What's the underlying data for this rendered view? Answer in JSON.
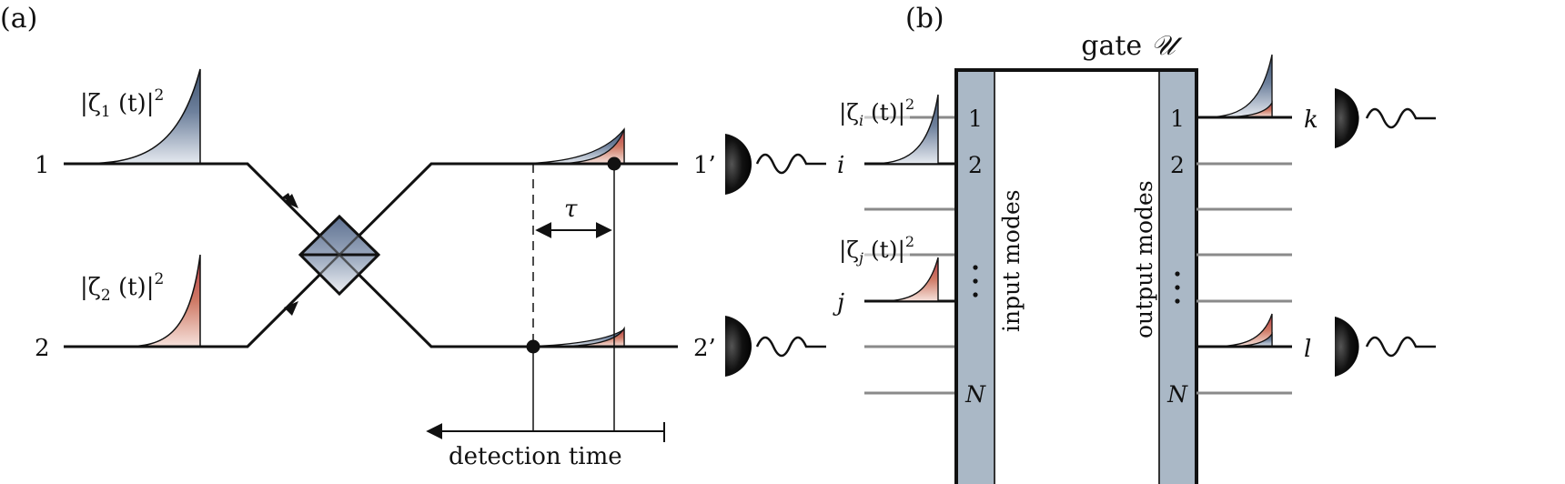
{
  "panel_a": {
    "label": "(a)",
    "input_ports": [
      "1",
      "2"
    ],
    "output_ports": [
      "1’",
      "2’"
    ],
    "pulse_labels": {
      "mode1": {
        "prefix": "|ζ",
        "sub": "1",
        "mid": " (t)|",
        "sup": "2"
      },
      "mode2": {
        "prefix": "|ζ",
        "sub": "2",
        "mid": " (t)|",
        "sup": "2"
      }
    },
    "delay_label": "τ",
    "axis_label": "detection time",
    "components": [
      "beam-splitter",
      "detector-1prime",
      "detector-2prime"
    ]
  },
  "panel_b": {
    "label": "(b)",
    "gate_title_prefix": "gate ",
    "gate_title_symbol": "𝒰",
    "input_column_label": "input modes",
    "output_column_label": "output modes",
    "input_indices": [
      "1",
      "2",
      "⋮",
      "N"
    ],
    "output_indices": [
      "1",
      "2",
      "⋮",
      "N"
    ],
    "input_mode_labels": {
      "i": "i",
      "j": "j"
    },
    "output_mode_labels": {
      "k": "k",
      "l": "l"
    },
    "pulse_labels": {
      "mode_i": {
        "prefix": "|ζ",
        "sub": "i",
        "mid": " (t)|",
        "sup": "2"
      },
      "mode_j": {
        "prefix": "|ζ",
        "sub": "j",
        "mid": " (t)|",
        "sup": "2"
      }
    }
  },
  "colors": {
    "blue_dark": "#4f6380",
    "blue_light": "#e4e8ef",
    "red_dark": "#b5454c",
    "red_light": "#f3dcd6",
    "gate_column": "#aab8c6",
    "grey_line": "#8a8a8a",
    "line": "#111111"
  }
}
